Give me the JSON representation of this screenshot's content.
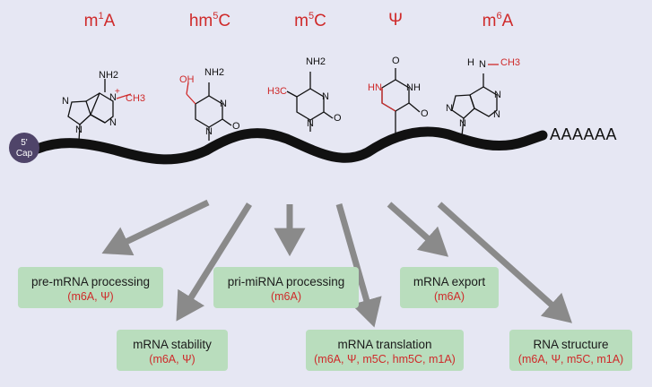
{
  "modifications": [
    {
      "base": "m",
      "sup": "1",
      "tail": "A"
    },
    {
      "base": "hm",
      "sup": "5",
      "tail": "C"
    },
    {
      "base": "m",
      "sup": "5",
      "tail": "C"
    },
    {
      "base": "Ψ",
      "sup": "",
      "tail": ""
    },
    {
      "base": "m",
      "sup": "6",
      "tail": "A"
    }
  ],
  "cap": {
    "sup": "5'",
    "label": "Cap"
  },
  "poly_a": "AAAAAA",
  "boxes": [
    {
      "title": "pre-mRNA processing",
      "mods": "(m6A, Ψ)"
    },
    {
      "title": "mRNA stability",
      "mods": "(m6A, Ψ)"
    },
    {
      "title": "pri-miRNA processing",
      "mods": "(m6A)"
    },
    {
      "title": "mRNA translation",
      "mods": "(m6A, Ψ, m5C, hm5C, m1A)"
    },
    {
      "title": "mRNA export",
      "mods": "(m6A)"
    },
    {
      "title": "RNA structure",
      "mods": "(m6A, Ψ, m5C, m1A)"
    }
  ],
  "structures": {
    "m1A": {
      "top": "NH2",
      "nitrogens": [
        "N",
        "N",
        "N",
        "N"
      ],
      "methyl": "CH3",
      "charge": "+"
    },
    "hm5C": {
      "top": "NH2",
      "hydroxyl": "OH",
      "nitrogens": [
        "N",
        "N"
      ],
      "oxo": "O"
    },
    "m5C": {
      "top": "NH2",
      "methyl": "H3C",
      "nitrogens": [
        "N",
        "N"
      ],
      "oxo": "O"
    },
    "pseudoU": {
      "top": "O",
      "nh_left": "HN",
      "nh_right": "NH",
      "oxo": "O"
    },
    "m6A": {
      "top_h": "H",
      "top_n": "N",
      "methyl": "CH3",
      "nitrogens": [
        "N",
        "N",
        "N",
        "N"
      ]
    }
  },
  "colors": {
    "background": "#e6e7f3",
    "modification_red": "#cf2a2a",
    "box_green": "#b9ddbd",
    "arrow_gray": "#8a8a8a",
    "strand": "#111111",
    "cap": "#4f4469"
  }
}
